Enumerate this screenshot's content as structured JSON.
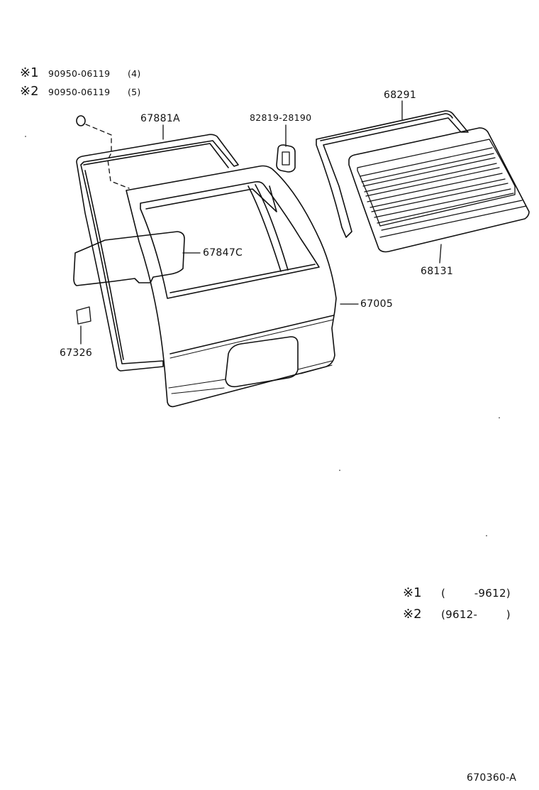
{
  "notes": [
    {
      "mark": "※1",
      "part": "90950-06119",
      "qty": "(4)"
    },
    {
      "mark": "※2",
      "part": "90950-06119",
      "qty": "(5)"
    }
  ],
  "parts": {
    "weatherstrip_outer": "67881A",
    "hole_plug": "82819-28190",
    "glass_weatherstrip": "68291",
    "door_trim_board": "67847C",
    "back_door_panel": "67005",
    "rear_glass": "68131",
    "tag_plate": "67326"
  },
  "legend": [
    {
      "mark": "※1",
      "range": "(        -9612)"
    },
    {
      "mark": "※2",
      "range": "(9612-        )"
    }
  ],
  "diagram_id": "670360-A"
}
